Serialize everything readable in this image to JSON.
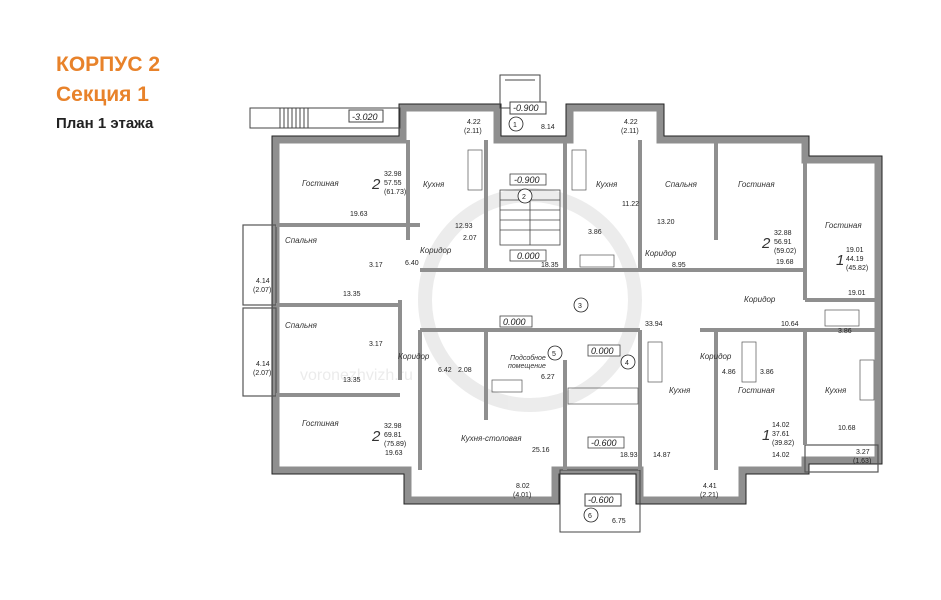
{
  "header": {
    "building": "КОРПУС 2",
    "section": "Секция 1",
    "plan": "План 1 этажа"
  },
  "colors": {
    "accent": "#e8822a",
    "wall": "#8f8f8f",
    "line": "#222222"
  },
  "levels": {
    "porch_top": "-0.900",
    "stair_top": "-0.900",
    "stair_mid": "0.000",
    "hall": "0.000",
    "hall_right": "0.000",
    "vestibule": "-0.600",
    "porch_bottom": "-0.600",
    "ramp": "-3.020"
  },
  "markers": {
    "m1": "1",
    "m2": "2",
    "m3": "3",
    "m4": "4",
    "m5": "5",
    "m6": "6"
  },
  "rooms": {
    "gostinaya_tl": "Гостиная",
    "spalnya_l1": "Спальня",
    "spalnya_l2": "Спальня",
    "koridor_l1": "Коридор",
    "koridor_l2": "Коридор",
    "gostinaya_bl": "Гостиная",
    "kuhnya_tl": "Кухня",
    "kuhnya_tc": "Кухня",
    "spalnya_tr": "Спальня",
    "gostinaya_tr": "Гостиная",
    "gostinaya_r": "Гостиная",
    "koridor_tr": "Коридор",
    "koridor_r": "Коридор",
    "koridor_br": "Коридор",
    "podsobnoe_1": "Подсобное",
    "podsobnoe_2": "помещение",
    "kuhnya_stolovaya": "Кухня-столовая",
    "kuhnya_bc": "Кухня",
    "gostinaya_br": "Гостиная",
    "kuhnya_r": "Кухня"
  },
  "apartments": {
    "a1_rooms": "2",
    "a1_living": "32.98",
    "a1_total": "57.55",
    "a1_full": "(61.73)",
    "a2_rooms": "2",
    "a2_living": "32.98",
    "a2_total": "69.81",
    "a2_full": "(75.89)",
    "a3_rooms": "2",
    "a3_living": "32.88",
    "a3_total": "56.91",
    "a3_full": "(59.02)",
    "a4_rooms": "1",
    "a4_living": "19.01",
    "a4_total": "44.19",
    "a4_full": "(45.82)",
    "a5_rooms": "1",
    "a5_living": "14.02",
    "a5_total": "37.61",
    "a5_full": "(39.82)"
  },
  "areas": {
    "b_tl": "4.22",
    "b_tl_p": "(2.11)",
    "b_tr": "4.22",
    "b_tr_p": "(2.11)",
    "porch_top": "8.14",
    "b_l1": "4.14",
    "b_l1_p": "(2.07)",
    "b_l2": "4.14",
    "b_l2_p": "(2.07)",
    "b_bc": "8.02",
    "b_bc_p": "(4.01)",
    "b_bc2": "4.41",
    "b_bc2_p": "(2.21)",
    "b_r": "3.27",
    "b_r_p": "(1.63)",
    "porch_bottom": "6.75",
    "gost_tl": "19.63",
    "kuh_tl": "12.93",
    "wc_tl": "2.07",
    "stair": "18.35",
    "kuh_tc": "11.22",
    "wc_tc": "3.86",
    "spal_tr": "13.20",
    "gost_tr": "19.68",
    "kor_tr": "8.95",
    "gost_r": "19.01",
    "kor_r": "10.64",
    "wc_r": "3.86",
    "kor_l1": "6.40",
    "wc_l1": "3.17",
    "spal_l1": "13.35",
    "wc_l2": "3.17",
    "spal_l2": "13.35",
    "hall": "33.94",
    "wc_l3": "6.42",
    "wc_l3b": "2.08",
    "pods": "6.27",
    "gost_bl": "19.63",
    "kstol": "25.16",
    "vest": "18.93",
    "kuh_bc": "14.87",
    "kor_br": "4.86",
    "wc_br": "3.86",
    "gost_br": "14.02",
    "kuh_r": "10.68"
  },
  "watermark": "voronezhvizh.ru"
}
